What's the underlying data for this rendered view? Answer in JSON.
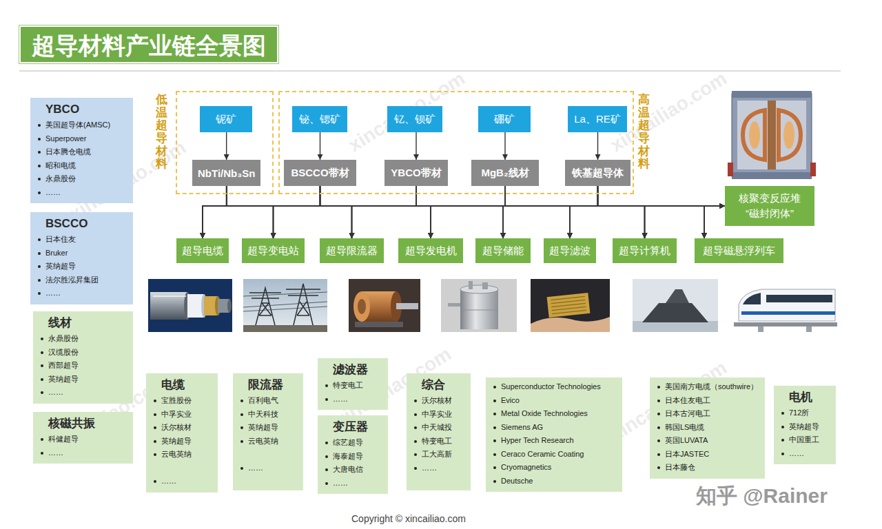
{
  "diagram": {
    "title": "超导材料产业链全景图",
    "nodes": [
      {
        "text": [
          "低温超导材料"
        ]
      },
      {
        "text": [
          "铌矿"
        ],
        "in": 0
      },
      {
        "text": [
          "NbTi/Nb₃Sn"
        ],
        "in": 0
      },
      {
        "text": [
          "高温超导材料"
        ]
      },
      {
        "text": [
          "铋、锶矿"
        ],
        "in": 3
      },
      {
        "text": [
          "BSCCO带材"
        ],
        "in": 3
      },
      {
        "text": [
          "钇、钡矿"
        ],
        "in": 3
      },
      {
        "text": [
          "YBCO带材"
        ],
        "in": 3
      },
      {
        "text": [
          "硼矿"
        ],
        "in": 3
      },
      {
        "text": [
          "MgB₂线材"
        ],
        "in": 3
      },
      {
        "text": [
          "La、RE矿"
        ],
        "in": 3
      },
      {
        "text": [
          "铁基超导体"
        ],
        "in": 3
      },
      {
        "text": [
          "核聚变反应堆 “磁封闭体”"
        ]
      },
      {
        "text": [
          "超导电缆"
        ]
      },
      {
        "text": [
          "超导变电站"
        ]
      },
      {
        "text": [
          "超导限流器"
        ]
      },
      {
        "text": [
          "超导发电机"
        ]
      },
      {
        "text": [
          "超导储能"
        ]
      },
      {
        "text": [
          "超导滤波"
        ]
      },
      {
        "text": [
          "超导计算机"
        ]
      },
      {
        "text": [
          "超导磁悬浮列车"
        ]
      },
      {
        "text": [
          "YBCO",
          "美国超导体(AMSC)",
          "Superpower",
          "日本腾仓电缆",
          "昭和电缆",
          "永鼎股份",
          "……"
        ]
      },
      {
        "text": [
          "BSCCO",
          "日本住友",
          "Bruker",
          "英纳超导",
          "法尔胜泓昇集团",
          "……"
        ]
      },
      {
        "text": [
          "线材",
          "永鼎股份",
          "汉缆股份",
          "西部超导",
          "英纳超导",
          "……"
        ]
      },
      {
        "text": [
          "核磁共振",
          "科健超导",
          "……"
        ]
      },
      {
        "text": [
          "电缆",
          "宝胜股份",
          "中孚实业",
          "沃尔核材",
          "英纳超导",
          "云电英纳",
          "……"
        ]
      },
      {
        "text": [
          "限流器",
          "百利电气",
          "中天科技",
          "英纳超导",
          "云电英纳",
          "……"
        ]
      },
      {
        "text": [
          "滤波器",
          "特变电工",
          "……"
        ]
      },
      {
        "text": [
          "变压器",
          "综艺超导",
          "海泰超导",
          "大唐电信",
          "……"
        ]
      },
      {
        "text": [
          "综合",
          "沃尔核材",
          "中孚实业",
          "中天城投",
          "特变电工",
          "工大高新",
          "……"
        ]
      },
      {
        "text": [
          "Superconductor Technologies",
          "Evico",
          "Metal Oxide Technologies",
          "Siemens AG",
          "Hyper Tech Research",
          "Ceraco Ceramic Coating",
          "Cryomagnetics",
          "Deutsche"
        ]
      },
      {
        "text": [
          "美国南方电缆（southwire）",
          "日本住友电工",
          "日本古河电工",
          "韩国LS电缆",
          "英国LUVATA",
          "日本JASTEC",
          "日本藤仓"
        ]
      },
      {
        "text": [
          "电机",
          "712所",
          "英纳超导",
          "中国重工",
          "……"
        ]
      }
    ],
    "edges": [
      {
        "from": 1,
        "to": 2,
        "arrow": "to"
      },
      {
        "from": 4,
        "to": 5,
        "arrow": "to"
      },
      {
        "from": 6,
        "to": 7,
        "arrow": "to"
      },
      {
        "from": 8,
        "to": 9,
        "arrow": "to"
      },
      {
        "from": 10,
        "to": 11,
        "arrow": "to"
      },
      {
        "from": 2,
        "to": 12,
        "arrow": "to"
      },
      {
        "from": 2,
        "to": 13,
        "arrow": "to"
      },
      {
        "from": 2,
        "to": 14,
        "arrow": "to"
      },
      {
        "from": 2,
        "to": 15,
        "arrow": "to"
      },
      {
        "from": 2,
        "to": 16,
        "arrow": "to"
      },
      {
        "from": 2,
        "to": 17,
        "arrow": "to"
      },
      {
        "from": 2,
        "to": 18,
        "arrow": "to"
      },
      {
        "from": 2,
        "to": 19,
        "arrow": "to"
      },
      {
        "from": 2,
        "to": 20,
        "arrow": "to"
      },
      {
        "from": 5,
        "to": 12,
        "arrow": "to"
      },
      {
        "from": 5,
        "to": 13,
        "arrow": "to"
      },
      {
        "from": 5,
        "to": 14,
        "arrow": "to"
      },
      {
        "from": 5,
        "to": 15,
        "arrow": "to"
      },
      {
        "from": 5,
        "to": 16,
        "arrow": "to"
      },
      {
        "from": 5,
        "to": 17,
        "arrow": "to"
      },
      {
        "from": 5,
        "to": 18,
        "arrow": "to"
      },
      {
        "from": 5,
        "to": 19,
        "arrow": "to"
      },
      {
        "from": 5,
        "to": 20,
        "arrow": "to"
      },
      {
        "from": 7,
        "to": 12,
        "arrow": "to"
      },
      {
        "from": 7,
        "to": 13,
        "arrow": "to"
      },
      {
        "from": 7,
        "to": 14,
        "arrow": "to"
      },
      {
        "from": 7,
        "to": 15,
        "arrow": "to"
      },
      {
        "from": 7,
        "to": 16,
        "arrow": "to"
      },
      {
        "from": 7,
        "to": 17,
        "arrow": "to"
      },
      {
        "from": 7,
        "to": 18,
        "arrow": "to"
      },
      {
        "from": 7,
        "to": 19,
        "arrow": "to"
      },
      {
        "from": 7,
        "to": 20,
        "arrow": "to"
      },
      {
        "from": 9,
        "to": 12,
        "arrow": "to"
      },
      {
        "from": 9,
        "to": 13,
        "arrow": "to"
      },
      {
        "from": 9,
        "to": 14,
        "arrow": "to"
      },
      {
        "from": 9,
        "to": 15,
        "arrow": "to"
      },
      {
        "from": 9,
        "to": 16,
        "arrow": "to"
      },
      {
        "from": 9,
        "to": 17,
        "arrow": "to"
      },
      {
        "from": 9,
        "to": 18,
        "arrow": "to"
      },
      {
        "from": 9,
        "to": 19,
        "arrow": "to"
      },
      {
        "from": 9,
        "to": 20,
        "arrow": "to"
      },
      {
        "from": 11,
        "to": 12,
        "arrow": "to"
      },
      {
        "from": 11,
        "to": 13,
        "arrow": "to"
      },
      {
        "from": 11,
        "to": 14,
        "arrow": "to"
      },
      {
        "from": 11,
        "to": 15,
        "arrow": "to"
      },
      {
        "from": 11,
        "to": 16,
        "arrow": "to"
      },
      {
        "from": 11,
        "to": 17,
        "arrow": "to"
      },
      {
        "from": 11,
        "to": 18,
        "arrow": "to"
      },
      {
        "from": 11,
        "to": 19,
        "arrow": "to"
      },
      {
        "from": 11,
        "to": 20,
        "arrow": "to"
      }
    ],
    "labels": [
      "xincailiao.com",
      "xincailiao.com",
      "xincailiao.com",
      "xincailiao.com",
      "xincailiao.com",
      "xincailiao.com",
      "知乎 @Rainer",
      "Copyright © xincailiao.com"
    ]
  }
}
